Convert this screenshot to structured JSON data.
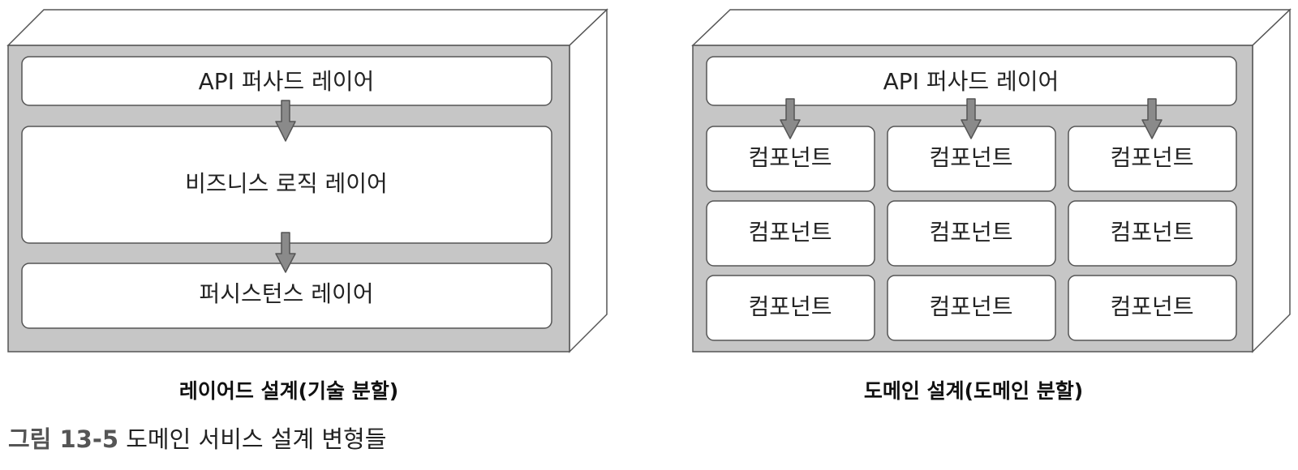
{
  "colors": {
    "frame_fill": "#c6c6c6",
    "frame_top": "#ffffff",
    "frame_side": "#ffffff",
    "stroke": "#555555",
    "box_fill": "#ffffff",
    "arrow_fill": "#8a8a8a",
    "text": "#222222"
  },
  "layered": {
    "top_layer": "API 퍼사드 레이어",
    "middle_layer": "비즈니스 로직 레이어",
    "bottom_layer": "퍼시스턴스 레이어",
    "caption": "레이어드 설계(기술 분할)"
  },
  "domain": {
    "top_layer": "API 퍼사드 레이어",
    "components": [
      "컴포넌트",
      "컴포넌트",
      "컴포넌트",
      "컴포넌트",
      "컴포넌트",
      "컴포넌트",
      "컴포넌트",
      "컴포넌트",
      "컴포넌트"
    ],
    "caption": "도메인 설계(도메인 분할)"
  },
  "figure": {
    "number": "그림 13-5",
    "title": "도메인 서비스 설계 변형들"
  }
}
